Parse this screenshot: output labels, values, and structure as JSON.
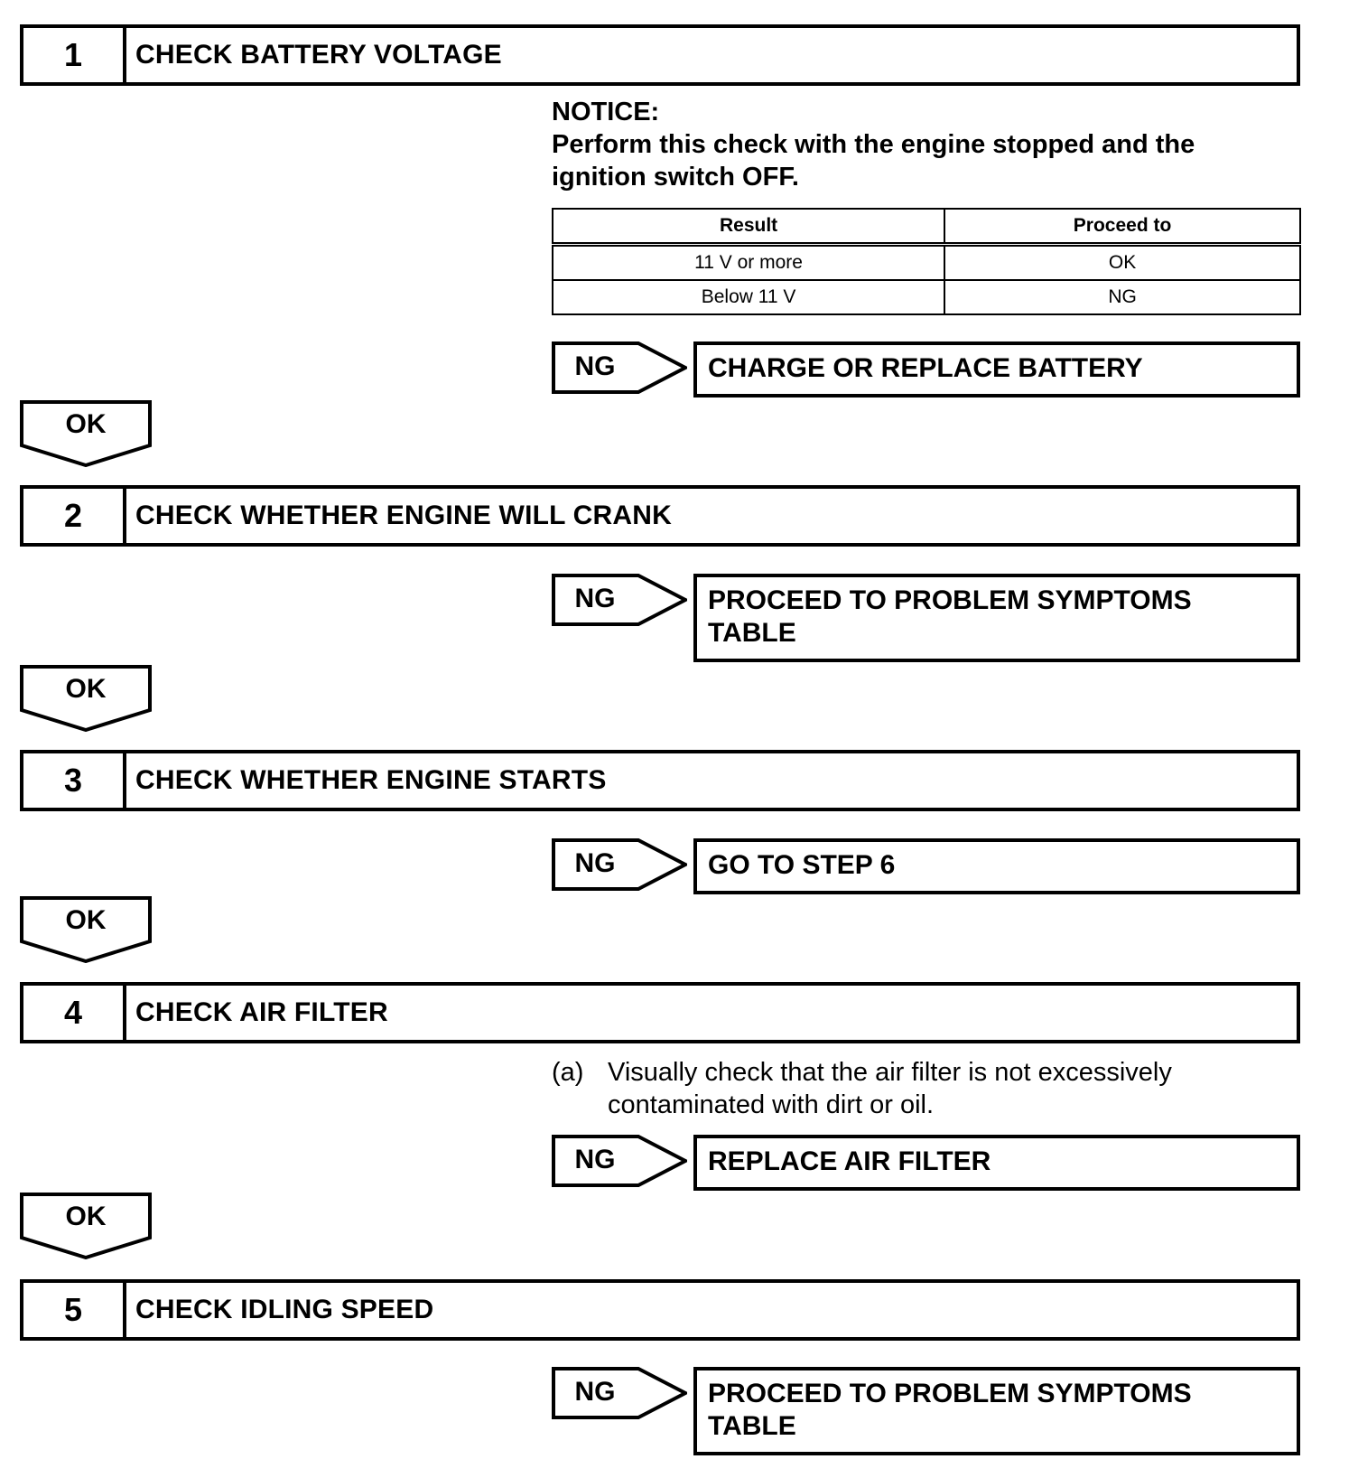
{
  "steps": [
    {
      "number": "1",
      "title": "CHECK BATTERY VOLTAGE"
    },
    {
      "number": "2",
      "title": "CHECK WHETHER ENGINE WILL CRANK"
    },
    {
      "number": "3",
      "title": "CHECK WHETHER ENGINE STARTS"
    },
    {
      "number": "4",
      "title": "CHECK AIR FILTER"
    },
    {
      "number": "5",
      "title": "CHECK IDLING SPEED"
    }
  ],
  "notice": {
    "label": "NOTICE:",
    "line1": "Perform this check with the engine stopped and the",
    "line2": "ignition switch OFF."
  },
  "result_table": {
    "headers": [
      "Result",
      "Proceed to"
    ],
    "rows": [
      [
        "11 V or more",
        "OK"
      ],
      [
        "Below 11 V",
        "NG"
      ]
    ]
  },
  "substep": {
    "label": "(a)",
    "line1": "Visually check that the air filter is not excessively",
    "line2": "contaminated with dirt or oil."
  },
  "ng_label": "NG",
  "ok_label": "OK",
  "ng_results": [
    {
      "line1": "CHARGE OR REPLACE BATTERY",
      "line2": ""
    },
    {
      "line1": "PROCEED TO PROBLEM SYMPTOMS",
      "line2": "TABLE"
    },
    {
      "line1": "GO TO STEP 6",
      "line2": ""
    },
    {
      "line1": "REPLACE AIR FILTER",
      "line2": ""
    },
    {
      "line1": "PROCEED TO PROBLEM SYMPTOMS",
      "line2": "TABLE"
    }
  ]
}
